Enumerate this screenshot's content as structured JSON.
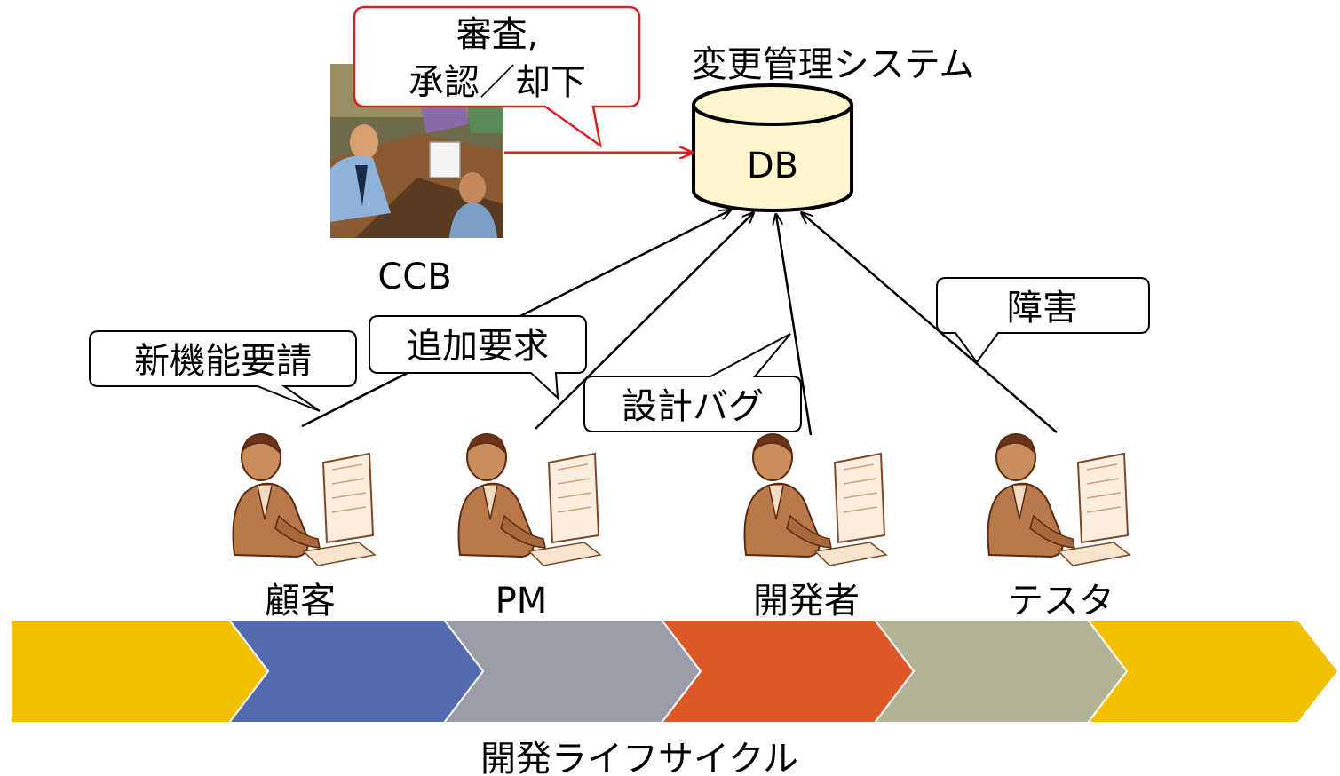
{
  "system": {
    "title": "変更管理システム",
    "db_label": "DB"
  },
  "ccb": {
    "label": "CCB",
    "callout_line1": "審査,",
    "callout_line2": "承認／却下"
  },
  "callouts": {
    "new_feature": "新機能要請",
    "additional_request": "追加要求",
    "design_bug": "設計バグ",
    "failure": "障害"
  },
  "roles": {
    "customer": "顧客",
    "pm": "PM",
    "developer": "開発者",
    "tester": "テスタ"
  },
  "lifecycle": {
    "label": "開発ライフサイクル",
    "stage_colors": [
      "#F2C000",
      "#516BAE",
      "#9A9CAA",
      "#DD5A28",
      "#B2B296",
      "#F2C000"
    ]
  },
  "colors": {
    "db_fill": "#FFF5CC",
    "ccb_arrow": "#E0201C",
    "ccb_callout_border": "#E0201C"
  }
}
